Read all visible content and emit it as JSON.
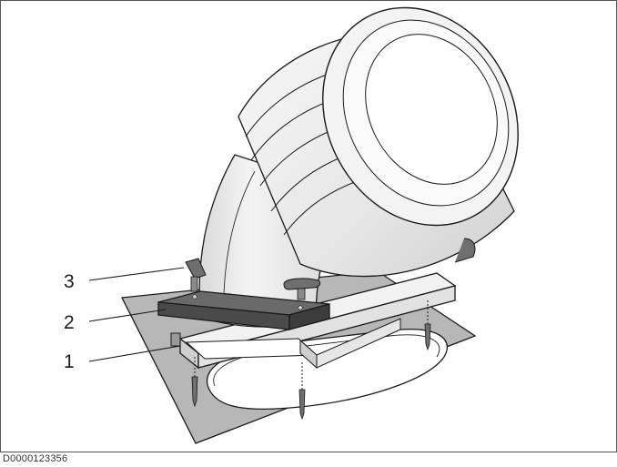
{
  "figure": {
    "callouts": [
      {
        "label": "3",
        "part": "wing-nut"
      },
      {
        "label": "2",
        "part": "clamping-plate"
      },
      {
        "label": "1",
        "part": "flange-frame"
      }
    ],
    "document_id": "D0000123356"
  },
  "colors": {
    "line": "#1a1a1a",
    "wall": "#b7b7b7",
    "duct": "#ededed",
    "duct_shade": "#d6d6d6",
    "plate": "#4a4a4a",
    "hardware": "#6f6f6f",
    "frame": "#555555"
  }
}
